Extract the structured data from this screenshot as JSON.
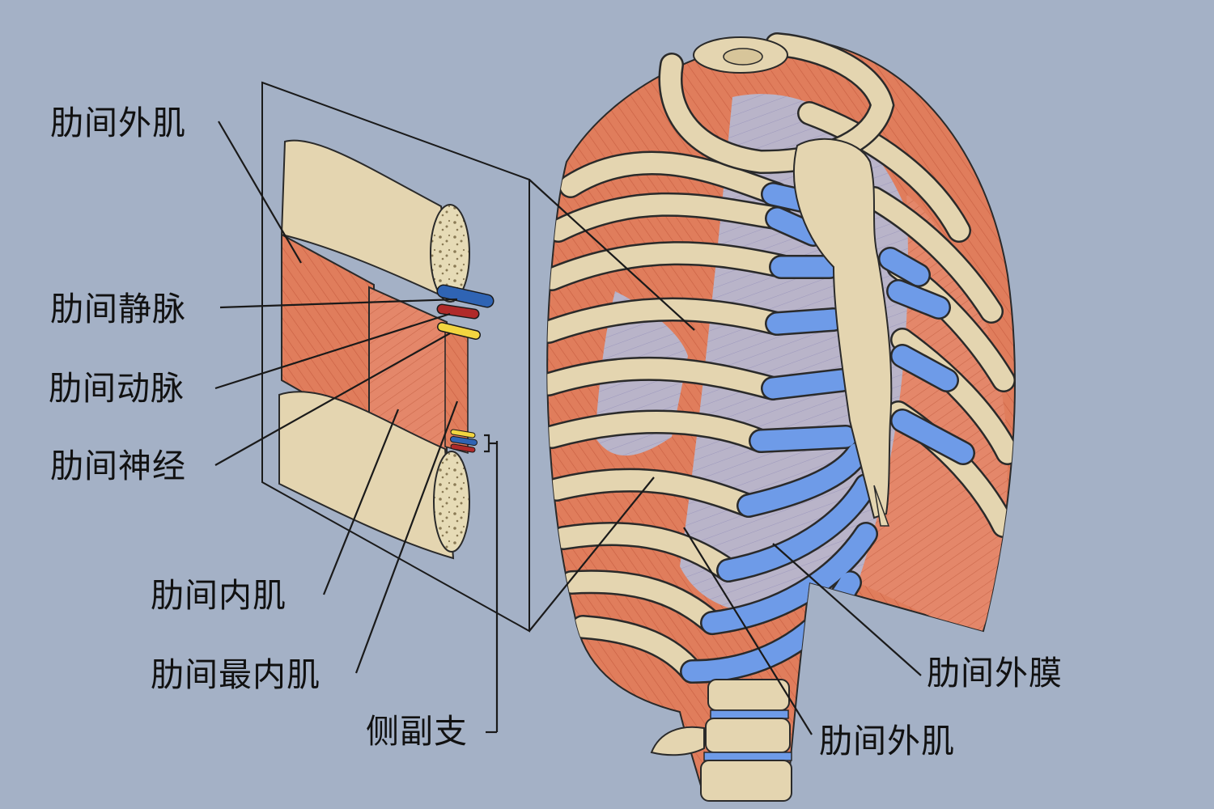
{
  "labels": {
    "external_intercostal_top": "肋间外肌",
    "intercostal_vein": "肋间静脉",
    "intercostal_artery": "肋间动脉",
    "intercostal_nerve": "肋间神经",
    "internal_intercostal": "肋间内肌",
    "innermost_intercostal": "肋间最内肌",
    "collateral_branch": "侧副支",
    "external_intercostal_membrane": "肋间外膜",
    "external_intercostal_bottom": "肋间外肌"
  },
  "colors": {
    "background": "#a4b1c6",
    "bone": "#e4d5b0",
    "muscle": "#e07d5c",
    "cartilage": "#6e9be8",
    "pleura": "#b7b4cc",
    "vein": "#2f64b4",
    "artery": "#b02a2a",
    "nerve": "#f2d540"
  }
}
